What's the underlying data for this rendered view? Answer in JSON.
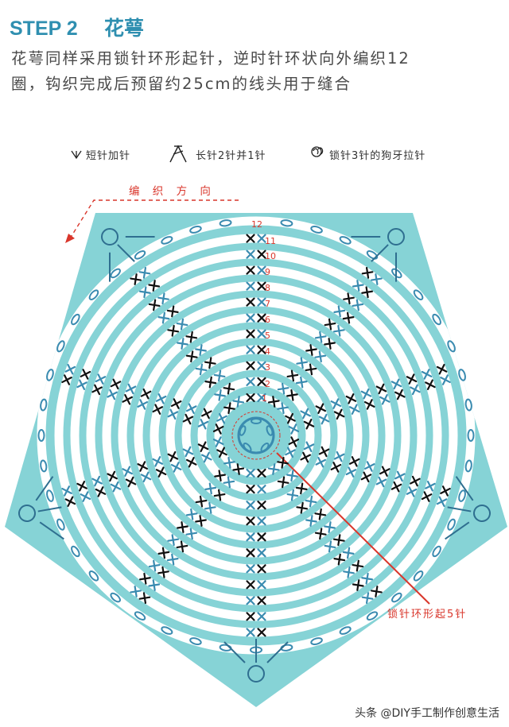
{
  "header": {
    "step": "STEP 2",
    "name": "花萼"
  },
  "description": {
    "line1": "花萼同样采用锁针环形起针，逆时针环状向外编织12",
    "line2": "圈，钩织完成后预留约25cm的线头用于缝合"
  },
  "legend": {
    "item1": "短针加针",
    "item2": "长针2针并1针",
    "item3": "锁针3针的狗牙拉针"
  },
  "direction_label": "编 织 方 向",
  "start_note": "锁针环形起5针",
  "round_numbers": [
    "1",
    "2",
    "3",
    "4",
    "5",
    "6",
    "7",
    "8",
    "9",
    "10",
    "11",
    "12"
  ],
  "watermark": "头条 @DIY手工制作创意生活",
  "colors": {
    "title_blue": "#2f8fb0",
    "fill": "#86d3d6",
    "stitch_blue": "#3a8bb0",
    "stitch_black": "#111111",
    "accent_red": "#d9362b"
  }
}
